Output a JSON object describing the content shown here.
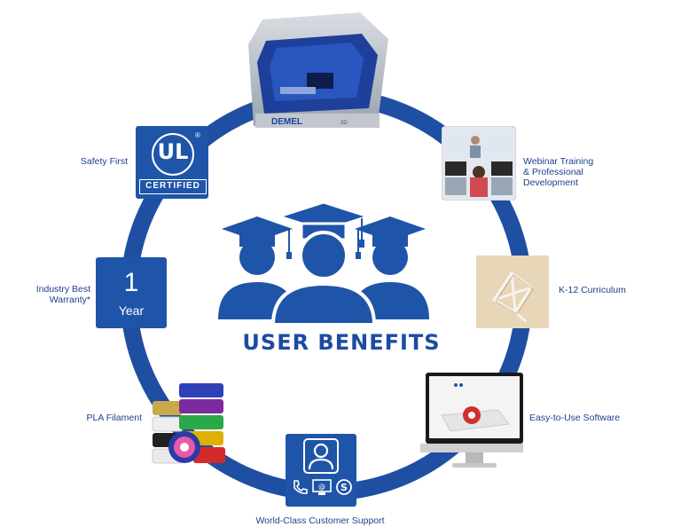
{
  "center": {
    "title": "USER BENEFITS"
  },
  "printer": {
    "brand": "DEMEL",
    "model": "3D"
  },
  "ul_badge": {
    "mark": "UL",
    "registered": "®",
    "word": "CERTIFIED"
  },
  "warranty_badge": {
    "number": "1",
    "unit": "Year"
  },
  "labels": {
    "safety": "Safety First",
    "warranty_line1": "Industry Best",
    "warranty_line2": "Warranty*",
    "filament": "PLA Filament",
    "support": "World-Class Customer Support",
    "software": "Easy-to-Use Software",
    "curriculum": "K-12 Curriculum",
    "webinar_line1": "Webinar Training",
    "webinar_line2": "& Professional",
    "webinar_line3": "Development"
  },
  "colors": {
    "ring": "#1f4fa3",
    "badge": "#1f55a8",
    "text": "#1f3f8c"
  }
}
